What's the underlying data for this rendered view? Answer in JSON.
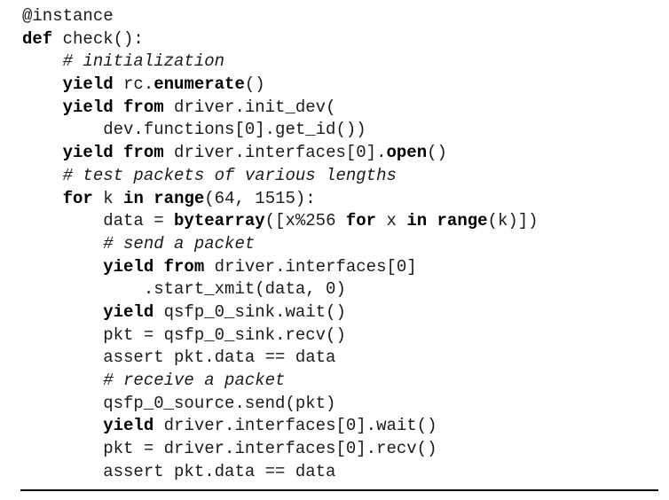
{
  "code": {
    "lines": [
      [
        {
          "t": "@instance",
          "s": "n"
        }
      ],
      [
        {
          "t": "def",
          "s": "k"
        },
        {
          "t": " check():",
          "s": "n"
        }
      ],
      [
        {
          "t": "    ",
          "s": "n"
        },
        {
          "t": "# initialization",
          "s": "c"
        }
      ],
      [
        {
          "t": "    ",
          "s": "n"
        },
        {
          "t": "yield",
          "s": "k"
        },
        {
          "t": " rc.",
          "s": "n"
        },
        {
          "t": "enumerate",
          "s": "k"
        },
        {
          "t": "()",
          "s": "n"
        }
      ],
      [
        {
          "t": "    ",
          "s": "n"
        },
        {
          "t": "yield from",
          "s": "k"
        },
        {
          "t": " driver.init_dev(",
          "s": "n"
        }
      ],
      [
        {
          "t": "        dev.functions[0].get_id())",
          "s": "n"
        }
      ],
      [
        {
          "t": "    ",
          "s": "n"
        },
        {
          "t": "yield from",
          "s": "k"
        },
        {
          "t": " driver.interfaces[0].",
          "s": "n"
        },
        {
          "t": "open",
          "s": "k"
        },
        {
          "t": "()",
          "s": "n"
        }
      ],
      [
        {
          "t": "    ",
          "s": "n"
        },
        {
          "t": "# test packets of various lengths",
          "s": "c"
        }
      ],
      [
        {
          "t": "    ",
          "s": "n"
        },
        {
          "t": "for",
          "s": "k"
        },
        {
          "t": " k ",
          "s": "n"
        },
        {
          "t": "in",
          "s": "k"
        },
        {
          "t": " ",
          "s": "n"
        },
        {
          "t": "range",
          "s": "k"
        },
        {
          "t": "(64, 1515):",
          "s": "n"
        }
      ],
      [
        {
          "t": "        data = ",
          "s": "n"
        },
        {
          "t": "bytearray",
          "s": "k"
        },
        {
          "t": "([x%256 ",
          "s": "n"
        },
        {
          "t": "for",
          "s": "k"
        },
        {
          "t": " x ",
          "s": "n"
        },
        {
          "t": "in",
          "s": "k"
        },
        {
          "t": " ",
          "s": "n"
        },
        {
          "t": "range",
          "s": "k"
        },
        {
          "t": "(k)])",
          "s": "n"
        }
      ],
      [
        {
          "t": "        ",
          "s": "n"
        },
        {
          "t": "# send a packet",
          "s": "c"
        }
      ],
      [
        {
          "t": "        ",
          "s": "n"
        },
        {
          "t": "yield from",
          "s": "k"
        },
        {
          "t": " driver.interfaces[0]",
          "s": "n"
        }
      ],
      [
        {
          "t": "            .start_xmit(data, 0)",
          "s": "n"
        }
      ],
      [
        {
          "t": "        ",
          "s": "n"
        },
        {
          "t": "yield",
          "s": "k"
        },
        {
          "t": " qsfp_0_sink.wait()",
          "s": "n"
        }
      ],
      [
        {
          "t": "        pkt = qsfp_0_sink.recv()",
          "s": "n"
        }
      ],
      [
        {
          "t": "        assert pkt.data == data",
          "s": "n"
        }
      ],
      [
        {
          "t": "        ",
          "s": "n"
        },
        {
          "t": "# receive a packet",
          "s": "c"
        }
      ],
      [
        {
          "t": "        qsfp_0_source.send(pkt)",
          "s": "n"
        }
      ],
      [
        {
          "t": "        ",
          "s": "n"
        },
        {
          "t": "yield",
          "s": "k"
        },
        {
          "t": " driver.interfaces[0].wait()",
          "s": "n"
        }
      ],
      [
        {
          "t": "        pkt = driver.interfaces[0].recv()",
          "s": "n"
        }
      ],
      [
        {
          "t": "        assert pkt.data == data",
          "s": "n"
        }
      ]
    ]
  }
}
